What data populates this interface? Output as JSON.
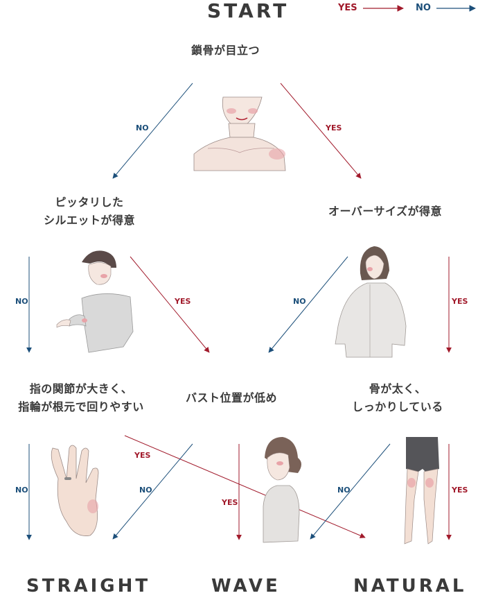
{
  "title": "START",
  "legend": {
    "yes": "YES",
    "no": "NO"
  },
  "questions": {
    "q1": "鎖骨が目立つ",
    "q2_line1": "ピッタリした",
    "q2_line2": "シルエットが得意",
    "q3": "オーバーサイズが得意",
    "q4_line1": "指の関節が大きく、",
    "q4_line2": "指輪が根元で回りやすい",
    "q5": "バスト位置が低め",
    "q6_line1": "骨が太く、",
    "q6_line2": "しっかりしている"
  },
  "results": {
    "straight": "STRAIGHT",
    "wave": "WAVE",
    "natural": "NATURAL"
  },
  "arrow_labels": {
    "yes": "YES",
    "no": "NO"
  },
  "colors": {
    "yes": "#a11a2b",
    "no": "#1c4f7a",
    "text": "#3a3a3a"
  }
}
